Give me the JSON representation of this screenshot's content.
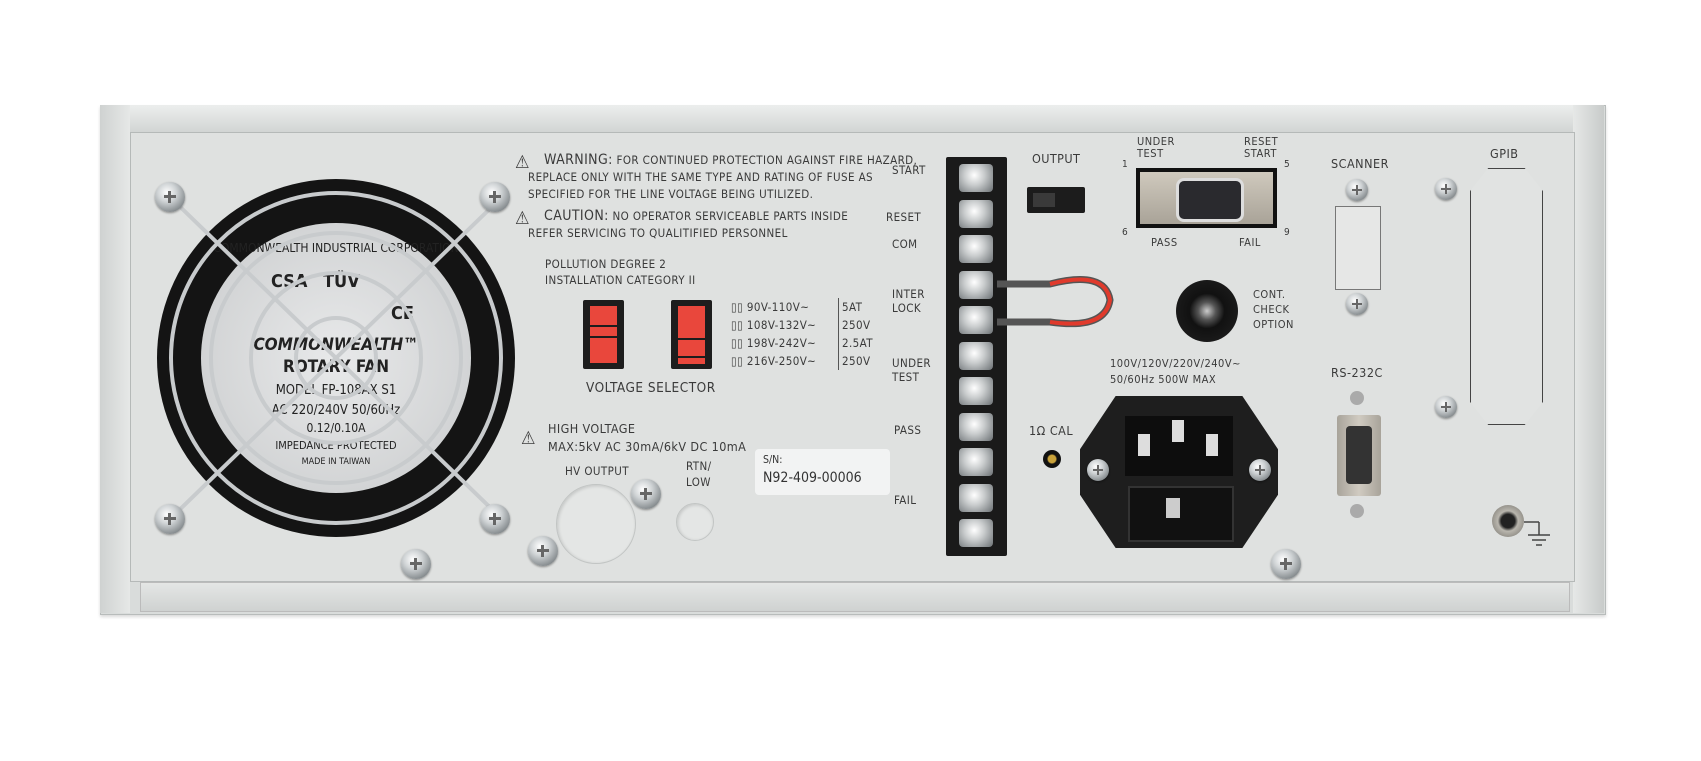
{
  "fan": {
    "maker_ring": "COMMONWEALTH INDUSTRIAL CORPORATION",
    "certs": [
      "CSA",
      "TÜV",
      "CE"
    ],
    "brand": "COMMONWEALTH™",
    "product": "ROTARY FAN",
    "model": "MODEL FP-108AX S1",
    "rating1": "AC 220/240V 50/60Hz",
    "rating2": "0.12/0.10A",
    "protection": "IMPEDANCE PROTECTED",
    "origin": "MADE IN TAIWAN"
  },
  "warning": {
    "title": "WARNING:",
    "line1": "FOR CONTINUED PROTECTION AGAINST FIRE HAZARD,",
    "line2": "REPLACE ONLY WITH THE SAME TYPE AND RATING OF FUSE AS",
    "line3": "SPECIFIED FOR THE LINE VOLTAGE BEING UTILIZED."
  },
  "caution": {
    "title": "CAUTION:",
    "line1": "NO OPERATOR SERVICEABLE PARTS INSIDE",
    "line2": "REFER SERVICING TO QUALITIFIED PERSONNEL"
  },
  "pollution": "POLLUTION DEGREE 2",
  "installation": "INSTALLATION CATEGORY II",
  "voltage_selector": {
    "label": "VOLTAGE SELECTOR",
    "ranges": [
      "90V-110V~",
      "108V-132V~",
      "198V-242V~",
      "216V-250V~"
    ],
    "fuse_low": [
      "5AT",
      "250V"
    ],
    "fuse_high": [
      "2.5AT",
      "250V"
    ]
  },
  "high_voltage": {
    "title": "HIGH VOLTAGE",
    "max": "MAX:5kV AC 30mA/6kV DC 10mA"
  },
  "hv_output": "HV OUTPUT",
  "rtn_low": [
    "RTN/",
    "LOW"
  ],
  "serial": {
    "label": "S/N:",
    "value": "N92-409-00006"
  },
  "terminal_labels": {
    "start": "START",
    "reset": "RESET",
    "com": "COM",
    "interlock": [
      "INTER",
      "LOCK"
    ],
    "under_test": [
      "UNDER",
      "TEST"
    ],
    "pass": "PASS",
    "fail": "FAIL"
  },
  "output": "OUTPUT",
  "db9": {
    "under_test": [
      "UNDER",
      "TEST"
    ],
    "reset_start": [
      "RESET",
      "START"
    ],
    "pins": [
      "1",
      "5",
      "6",
      "9"
    ],
    "pass": "PASS",
    "fail": "FAIL"
  },
  "cont_check": [
    "CONT.",
    "CHECK",
    "OPTION"
  ],
  "power_rating": [
    "100V/120V/220V/240V~",
    "50/60Hz 500W MAX"
  ],
  "cal": "1Ω CAL",
  "scanner": "SCANNER",
  "gpib": "GPIB",
  "rs232": "RS-232C",
  "colors": {
    "panel": "#dfe1e0",
    "switch_red": "#e9473c",
    "wire_red": "#e03a2c",
    "terminal_black": "#1a1a1a"
  }
}
